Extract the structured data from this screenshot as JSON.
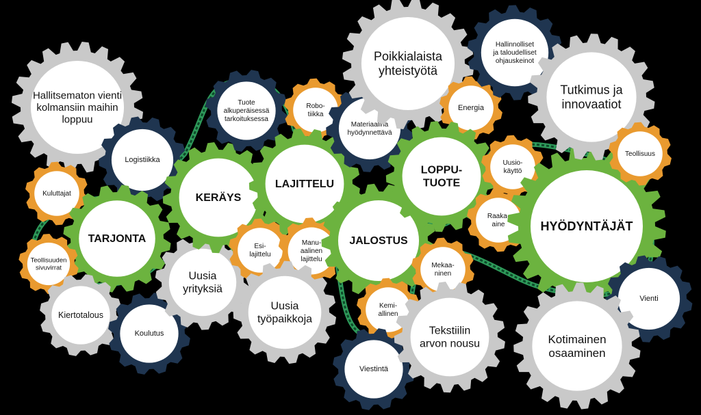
{
  "colors": {
    "background": "#000000",
    "green": "#6cb33f",
    "orange": "#e99a2f",
    "navy": "#1f3550",
    "grey": "#c9c9c9",
    "chain": "#2e9a5a"
  },
  "gears": [
    {
      "id": "hallitsematon-vienti",
      "color": "grey",
      "lines": [
        "Hallitsematon vienti",
        "kolmansiin maihin",
        "loppuu"
      ]
    },
    {
      "id": "logistiikka",
      "color": "navy",
      "lines": [
        "Logistiikka"
      ]
    },
    {
      "id": "kuluttajat",
      "color": "orange",
      "lines": [
        "Kuluttajat"
      ]
    },
    {
      "id": "tarjonta",
      "color": "green",
      "lines": [
        "TARJONTA"
      ]
    },
    {
      "id": "teollisuuden-sivuvirrat",
      "color": "orange",
      "lines": [
        "Teollisuuden",
        "sivuvirrat"
      ]
    },
    {
      "id": "kiertotalous",
      "color": "grey",
      "lines": [
        "Kiertotalous"
      ]
    },
    {
      "id": "koulutus",
      "color": "navy",
      "lines": [
        "Koulutus"
      ]
    },
    {
      "id": "uusia-yrityksia",
      "color": "grey",
      "lines": [
        "Uusia",
        "yrityksiä"
      ]
    },
    {
      "id": "kerays",
      "color": "green",
      "lines": [
        "KERÄYS"
      ]
    },
    {
      "id": "tuote-alkuperaisessa",
      "color": "navy",
      "lines": [
        "Tuote",
        "alkuperäisessä",
        "tarkoituksessa"
      ]
    },
    {
      "id": "robotiikka",
      "color": "orange",
      "lines": [
        "Robo-",
        "tiikka"
      ]
    },
    {
      "id": "lajittelu",
      "color": "green",
      "lines": [
        "LAJITTELU"
      ]
    },
    {
      "id": "esilajittelu",
      "color": "orange",
      "lines": [
        "Esi-",
        "lajittelu"
      ]
    },
    {
      "id": "manuaalinen-lajittelu",
      "color": "orange",
      "lines": [
        "Manu-",
        "aalinen",
        "lajittelu"
      ]
    },
    {
      "id": "uusia-tyopaikkoja",
      "color": "grey",
      "lines": [
        "Uusia",
        "työpaikkoja"
      ]
    },
    {
      "id": "materiaalina-hyodynnettava",
      "color": "navy",
      "lines": [
        "Materiaalina",
        "hyödynnettävä"
      ]
    },
    {
      "id": "jalostus",
      "color": "green",
      "lines": [
        "JALOSTUS"
      ]
    },
    {
      "id": "kemiallinen",
      "color": "orange",
      "lines": [
        "Kemi-",
        "allinen"
      ]
    },
    {
      "id": "viestinta",
      "color": "navy",
      "lines": [
        "Viestintä"
      ]
    },
    {
      "id": "poikkialaista-yhteistyota",
      "color": "grey",
      "lines": [
        "Poikkialaista",
        "yhteistyötä"
      ]
    },
    {
      "id": "energia",
      "color": "orange",
      "lines": [
        "Energia"
      ]
    },
    {
      "id": "lopputuote",
      "color": "green",
      "lines": [
        "LOPPU-",
        "TUOTE"
      ]
    },
    {
      "id": "mekaaninen",
      "color": "orange",
      "lines": [
        "Mekaa-",
        "ninen"
      ]
    },
    {
      "id": "tekstiilin-arvon-nousu",
      "color": "grey",
      "lines": [
        "Tekstiilin",
        "arvon nousu"
      ]
    },
    {
      "id": "hallinnolliset",
      "color": "navy",
      "lines": [
        "Hallinnolliset",
        "ja taloudelliset",
        "ohjauskeinot"
      ]
    },
    {
      "id": "uusiokaytto",
      "color": "orange",
      "lines": [
        "Uusio-",
        "käyttö"
      ]
    },
    {
      "id": "raaka-aine",
      "color": "orange",
      "lines": [
        "Raaka-",
        "aine"
      ]
    },
    {
      "id": "hyodyntajat",
      "color": "green",
      "lines": [
        "HYÖDYNTÄJÄT"
      ]
    },
    {
      "id": "tutkimus-ja-innovaatiot",
      "color": "grey",
      "lines": [
        "Tutkimus ja",
        "innovaatiot"
      ]
    },
    {
      "id": "teollisuus",
      "color": "orange",
      "lines": [
        "Teollisuus"
      ]
    },
    {
      "id": "vienti",
      "color": "navy",
      "lines": [
        "Vienti"
      ]
    },
    {
      "id": "kotimainen-osaaminen",
      "color": "grey",
      "lines": [
        "Kotimainen",
        "osaaminen"
      ]
    }
  ]
}
